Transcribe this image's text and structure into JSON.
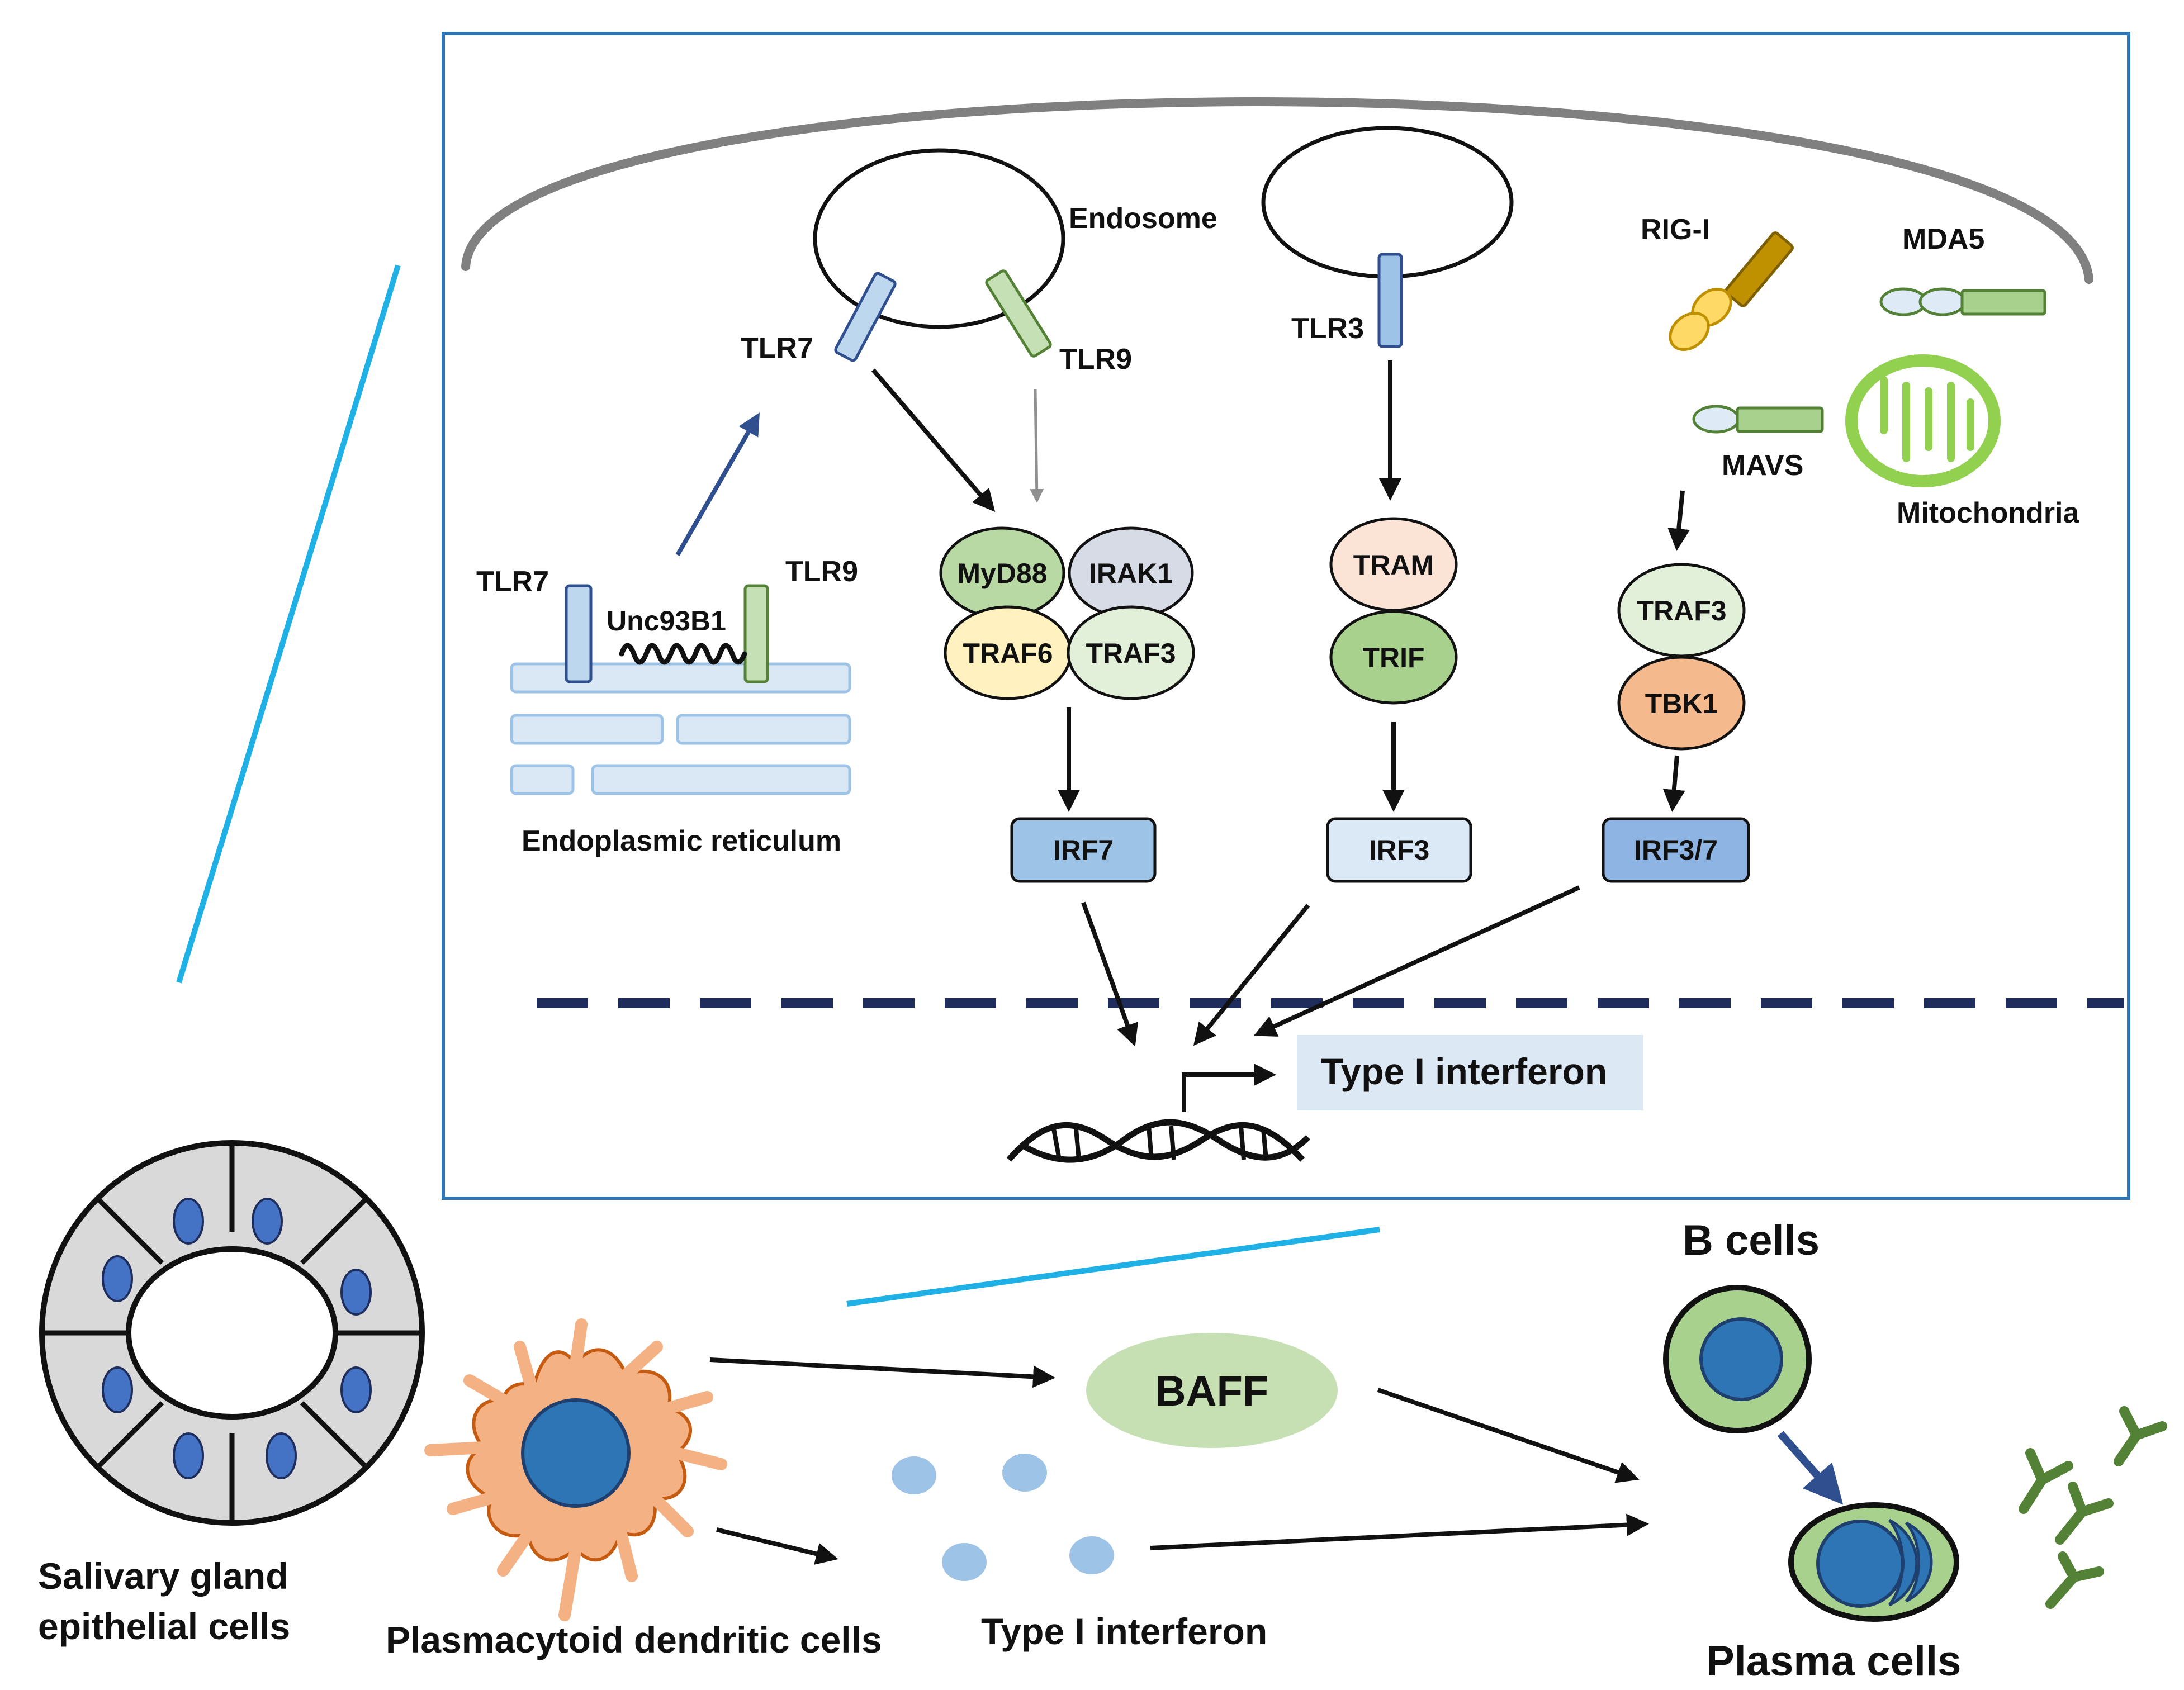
{
  "colors": {
    "panel_border": "#2e75b6",
    "cyan_line": "#1fb1e6",
    "nuclear_dash": "#1f2d5c",
    "navy_arrow": "#2f4f8f",
    "myd88": "#b8d8a4",
    "irak1": "#d6dbe6",
    "traf6": "#fff2c0",
    "traf3": "#e2efd9",
    "tram": "#fbe4d5",
    "trif": "#a9d18e",
    "tbk1": "#f4b98c",
    "irf7": "#9dc3e6",
    "irf3": "#dbe9f7",
    "irf37": "#8db4e2",
    "interferon_box": "#dce8f3",
    "baff": "#c6e0b4",
    "pdc_body": "#f4b183",
    "nucleus": "#2e75b6",
    "antibody": "#538135"
  },
  "panel": {
    "endosome": "Endosome",
    "tlr7": "TLR7",
    "tlr9": "TLR9",
    "tlr3": "TLR3",
    "er_tlr7": "TLR7",
    "er_tlr9": "TLR9",
    "unc93b1": "Unc93B1",
    "er": "Endoplasmic reticulum",
    "rig_i": "RIG-I",
    "mda5": "MDA5",
    "mavs": "MAVS",
    "mitochondria": "Mitochondria",
    "myd88": "MyD88",
    "irak1": "IRAK1",
    "traf6": "TRAF6",
    "traf3_a": "TRAF3",
    "tram": "TRAM",
    "trif": "TRIF",
    "traf3_b": "TRAF3",
    "tbk1": "TBK1",
    "irf7": "IRF7",
    "irf3": "IRF3",
    "irf37": "IRF3/7",
    "type1_ifn": "Type I interferon"
  },
  "bottom": {
    "salivary_line1": "Salivary gland",
    "salivary_line2": "epithelial cells",
    "pdc": "Plasmacytoid dendritic cells",
    "baff": "BAFF",
    "type1_ifn": "Type I interferon",
    "b_cells": "B cells",
    "plasma_cells": "Plasma cells"
  }
}
